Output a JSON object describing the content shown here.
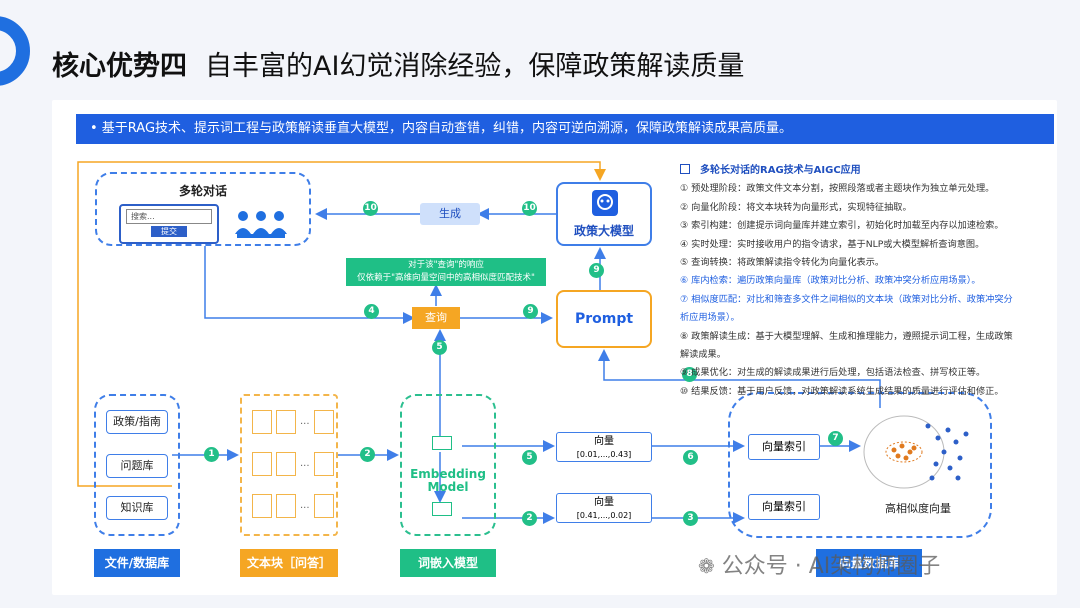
{
  "slide": {
    "title_bold": "核心优势四",
    "title_rest": "自丰富的AI幻觉消除经验，保障政策解读质量",
    "banner": "•  基于RAG技术、提示词工程与政策解读垂直大模型，内容自动查错，纠错，内容可逆向溯源，保障政策解读成果高质量。"
  },
  "diagram": {
    "multi_turn": {
      "label": "多轮对话",
      "search_placeholder": "搜索...",
      "submit": "提交"
    },
    "llm": {
      "label": "政策大模型"
    },
    "generate": "生成",
    "query": "查询",
    "prompt": "Prompt",
    "note": {
      "line1": "对于该\"查询\"的响应",
      "line2": "仅依赖于\"高维向量空间中的高相似度匹配技术\""
    },
    "sources": [
      "政策/指南",
      "问题库",
      "知识库"
    ],
    "source_footer": "文件/数据库",
    "chunk_footer": "文本块［问答］",
    "chunk_ellipsis": "...",
    "embedding": {
      "label_1": "Embedding",
      "label_2": "Model",
      "footer": "词嵌入模型"
    },
    "vector_top": {
      "title": "向量",
      "value": "[0.01,...,0.43]"
    },
    "vector_bottom": {
      "title": "向量",
      "value": "[0.41,...,0.02]"
    },
    "index_label": "向量索引",
    "similar_label": "高相似度向量",
    "db_footer": "向量数据库",
    "steps": {
      "s1": "1",
      "s2a": "2",
      "s2b": "2",
      "s3": "3",
      "s4": "4",
      "s5a": "5",
      "s5b": "5",
      "s6": "6",
      "s7": "7",
      "s8": "8",
      "s9a": "9",
      "s9b": "9",
      "s10a": "10",
      "s10b": "10"
    }
  },
  "legend": {
    "heading": "多轮长对话的RAG技术与AIGC应用",
    "items": [
      "①   预处理阶段：政策文件文本分割，按照段落或者主题块作为独立单元处理。",
      "②   向量化阶段：将文本块转为向量形式，实现特征抽取。",
      "③   索引构建：创建提示词向量库并建立索引，初始化时加载至内存以加速检索。",
      "④   实时处理：实时接收用户的指令请求，基于NLP或大模型解析查询意图。",
      "⑤   查询转换：将政策解读指令转化为向量化表示。",
      "⑥   库内检索：遍历政策向量库（政策对比分析、政策冲突分析应用场景）。",
      "⑦   相似度匹配：对比和筛查多文件之间相似的文本块（政策对比分析、政策冲突分",
      "       析应用场景）。",
      "⑧   政策解读生成：基于大模型理解、生成和推理能力，遵照提示词工程，生成政策",
      "       解读成果。",
      "⑨   成果优化：对生成的解读成果进行后处理，包括语法检查、拼写校正等。",
      "⑩   结果反馈：基于用户反馈，对政策解读系统生成结果的质量进行评估和修正。"
    ]
  },
  "watermark": "公众号 · AI架构师圈子",
  "colors": {
    "primary": "#1f6fe0",
    "green": "#1fbf86",
    "orange": "#f5a623",
    "cluster_blue": "#2d5fc8",
    "cluster_orange": "#e07a1f"
  }
}
